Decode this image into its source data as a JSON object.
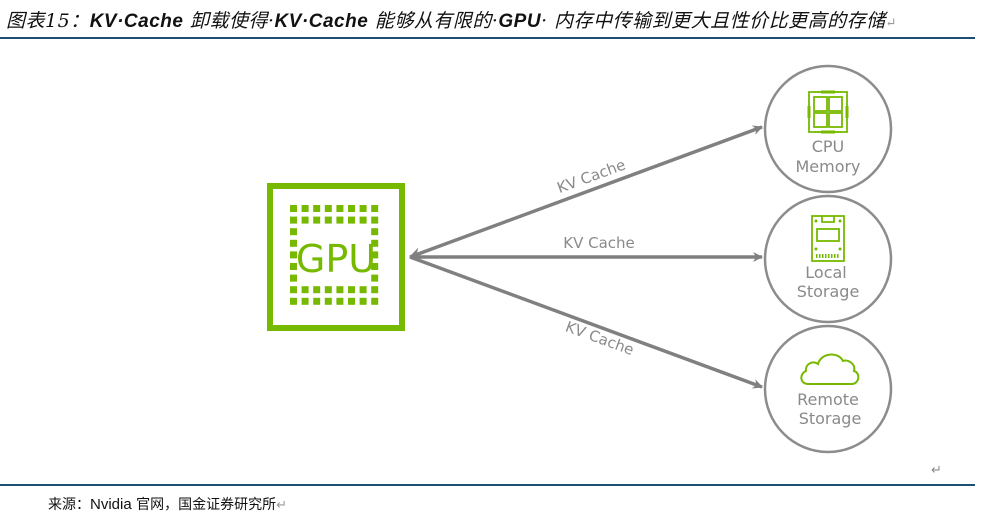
{
  "figure": {
    "label": "图表15：",
    "title_parts": [
      {
        "text": "KV·Cache",
        "style": "latin"
      },
      {
        "text": " 卸载使得·",
        "style": "cjk"
      },
      {
        "text": "KV·Cache",
        "style": "latin"
      },
      {
        "text": " 能够从有限的·",
        "style": "cjk"
      },
      {
        "text": "GPU",
        "style": "latin"
      },
      {
        "text": "· 内存中传输到更大且性价比更高的存储",
        "style": "cjk"
      }
    ],
    "paragraph_mark": "↵"
  },
  "diagram": {
    "source_node": {
      "label": "GPU",
      "icon": "gpu-chip-icon",
      "color": "#76b900"
    },
    "edges": [
      {
        "label": "KV Cache",
        "to": "cpu-memory"
      },
      {
        "label": "KV Cache",
        "to": "local-storage"
      },
      {
        "label": "KV Cache",
        "to": "remote-storage"
      }
    ],
    "targets": [
      {
        "id": "cpu-memory",
        "line1": "CPU",
        "line2": "Memory",
        "icon": "cpu-chip-icon"
      },
      {
        "id": "local-storage",
        "line1": "Local",
        "line2": "Storage",
        "icon": "ssd-drive-icon"
      },
      {
        "id": "remote-storage",
        "line1": "Remote",
        "line2": "Storage",
        "icon": "cloud-icon"
      }
    ],
    "colors": {
      "accent": "#76b900",
      "arrow": "#808080",
      "circle": "#8c8c8c",
      "text": "#8a8a8a"
    }
  },
  "source": {
    "prefix": "来源：",
    "latin": "Nvidia",
    "rest": " 官网，国金证券研究所",
    "paragraph_mark": "↵"
  },
  "end_mark": "↵"
}
